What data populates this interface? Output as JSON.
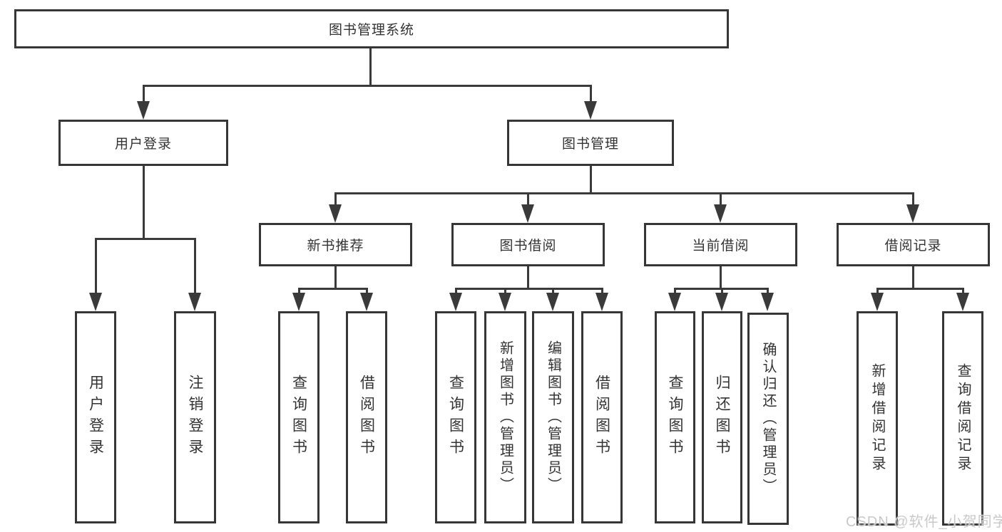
{
  "diagram_title": "图书管理系统",
  "nodes": {
    "root": "图书管理系统",
    "user_login": "用户登录",
    "book_mgmt": "图书管理",
    "new_book_rec": "新书推荐",
    "book_borrow": "图书借阅",
    "current_borrow": "当前借阅",
    "borrow_record": "借阅记录",
    "leaf_user_login": "用户登录",
    "leaf_logout": "注销登录",
    "leaf_query_book_a": "查询图书",
    "leaf_borrow_book_a": "借阅图书",
    "leaf_query_book_b": "查询图书",
    "leaf_add_book_admin": "新增图书（管理员）",
    "leaf_edit_book_admin": "编辑图书（管理员）",
    "leaf_borrow_book_b": "借阅图书",
    "leaf_query_book_c": "查询图书",
    "leaf_return_book": "归还图书",
    "leaf_confirm_return_admin": "确认归还（管理员）",
    "leaf_add_borrow_record": "新增借阅记录",
    "leaf_query_borrow_record": "查询借阅记录"
  },
  "watermark": "CSDN @软件_小贺同学",
  "colors": {
    "line": "#3a3a3a",
    "border": "#363636",
    "text": "#333333",
    "watermark": "#c9c9c9",
    "background": "#ffffff"
  },
  "hierarchy": {
    "图书管理系统": {
      "用户登录": [
        "用户登录",
        "注销登录"
      ],
      "图书管理": {
        "新书推荐": [
          "查询图书",
          "借阅图书"
        ],
        "图书借阅": [
          "查询图书",
          "新增图书（管理员）",
          "编辑图书（管理员）",
          "借阅图书"
        ],
        "当前借阅": [
          "查询图书",
          "归还图书",
          "确认归还（管理员）"
        ],
        "借阅记录": [
          "新增借阅记录",
          "查询借阅记录"
        ]
      }
    }
  }
}
